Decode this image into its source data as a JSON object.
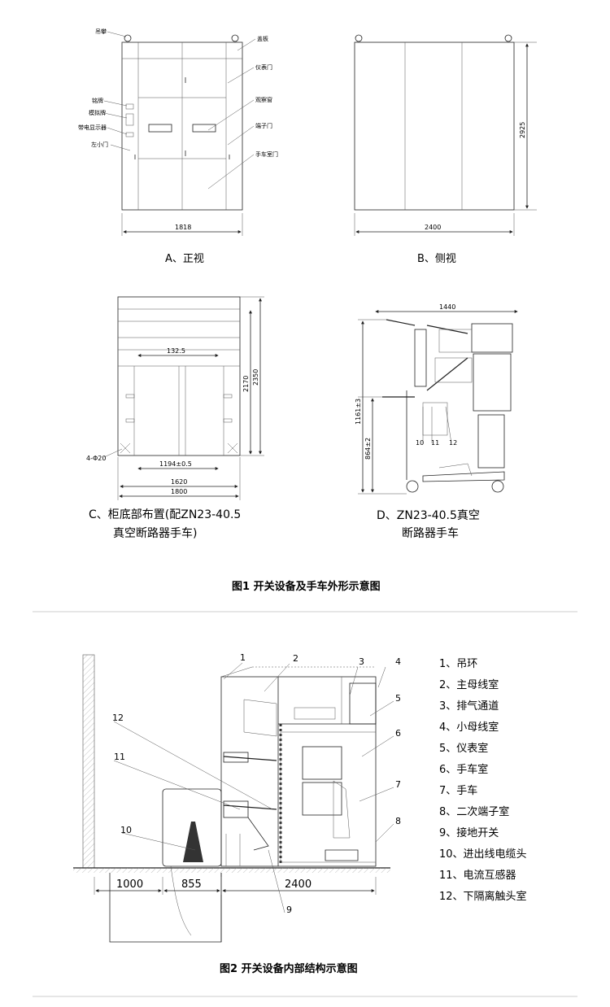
{
  "fig1": {
    "viewA": {
      "callouts": [
        "吊攀",
        "铭牌",
        "模拟牌",
        "带电显示器",
        "左小门",
        "盖板",
        "仪表门",
        "观察窗",
        "端子门",
        "手车室门"
      ],
      "width_dim": "1818",
      "caption": "A、正视"
    },
    "viewB": {
      "width_dim": "2400",
      "height_dim": "2925",
      "caption": "B、侧视"
    },
    "viewC": {
      "dim_132": "132.5",
      "dim_2170": "2170",
      "dim_2350": "2350",
      "hole": "4-Φ20",
      "dim_1194": "1194±0.5",
      "dim_1620": "1620",
      "dim_1800": "1800",
      "caption_line1": "C、柜底部布置(配ZN23-40.5",
      "caption_line2": "真空断路器手车)"
    },
    "viewD": {
      "dim_1440": "1440",
      "dim_1161": "1161±3",
      "dim_864": "864±2",
      "n10": "10",
      "n11": "11",
      "n12": "12",
      "caption_line1": "D、ZN23-40.5真空",
      "caption_line2": "断路器手车"
    },
    "title": "图1  开关设备及手车外形示意图"
  },
  "fig2": {
    "numbers": [
      "1",
      "2",
      "3",
      "4",
      "5",
      "6",
      "7",
      "8",
      "9",
      "10",
      "11",
      "12"
    ],
    "dims": [
      "1000",
      "855",
      "2400"
    ],
    "legend": [
      "1、吊环",
      "2、主母线室",
      "3、排气通道",
      "4、小母线室",
      "5、仪表室",
      "6、手车室",
      "7、手车",
      "8、二次端子室",
      "9、接地开关",
      "10、进出线电缆头",
      "11、电流互感器",
      "12、下隔离触头室"
    ],
    "title": "图2  开关设备内部结构示意图"
  },
  "colors": {
    "line": "#222222",
    "separator": "#cccccc"
  }
}
